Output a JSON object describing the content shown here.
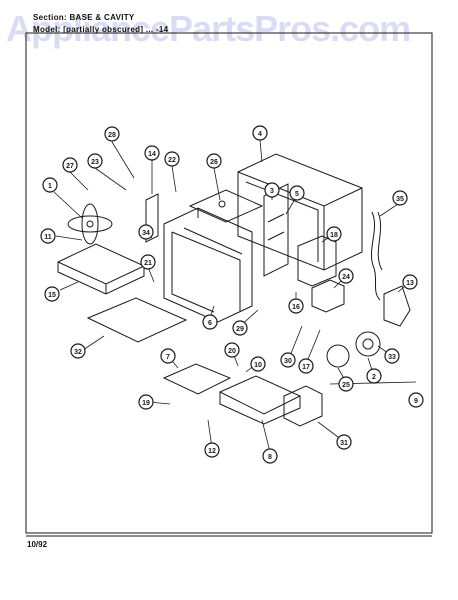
{
  "header": {
    "section": "Section: BASE & CAVITY",
    "model": "Model: [partially obscured] ... -14"
  },
  "watermark": "AppliancePartsPros.com",
  "footer": {
    "date": "10/92"
  },
  "callouts": [
    "28",
    "27",
    "23",
    "14",
    "22",
    "26",
    "4",
    "3",
    "5",
    "35",
    "1",
    "11",
    "34",
    "18",
    "21",
    "24",
    "15",
    "13",
    "6",
    "29",
    "16",
    "32",
    "30",
    "17",
    "20",
    "10",
    "33",
    "7",
    "25",
    "2",
    "9",
    "19",
    "12",
    "8",
    "31"
  ],
  "colors": {
    "ink": "#1a1a1a",
    "watermark": "#1b2cb7"
  }
}
